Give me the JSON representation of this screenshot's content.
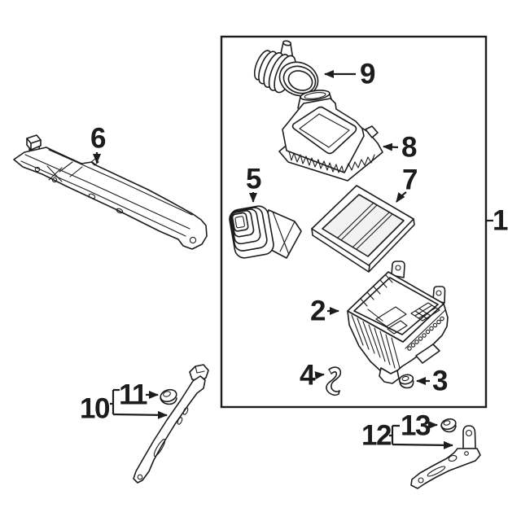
{
  "diagram": {
    "background": "#ffffff",
    "line_color": "#1c1c1c",
    "description_visible_text_only": "",
    "callouts": [
      {
        "label": "1"
      },
      {
        "label": "2"
      },
      {
        "label": "3"
      },
      {
        "label": "4"
      },
      {
        "label": "5"
      },
      {
        "label": "6"
      },
      {
        "label": "7"
      },
      {
        "label": "8"
      },
      {
        "label": "9"
      },
      {
        "label": "10"
      },
      {
        "label": "11"
      },
      {
        "label": "12"
      },
      {
        "label": "13"
      }
    ]
  }
}
